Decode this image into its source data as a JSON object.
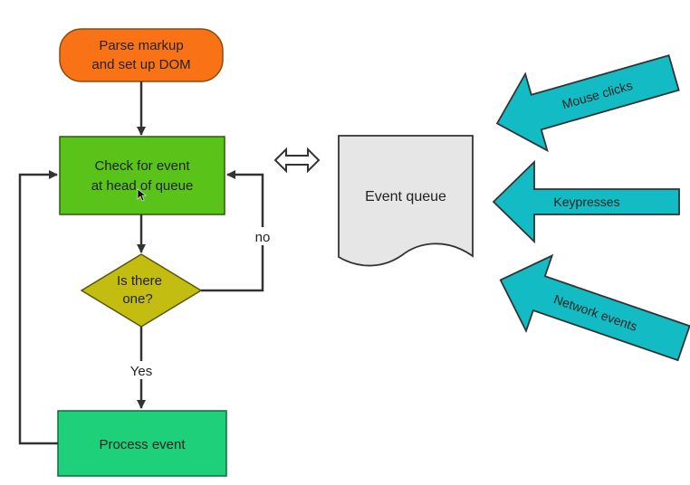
{
  "flowchart": {
    "start_line1": "Parse markup",
    "start_line2": "and set up DOM",
    "check_line1": "Check for event",
    "check_line2": "at head of queue",
    "decision_line1": "Is there",
    "decision_line2": "one?",
    "no_label": "no",
    "yes_label": "Yes",
    "process_label": "Process event"
  },
  "queue": {
    "label": "Event queue"
  },
  "sources": [
    {
      "label": "Mouse clicks"
    },
    {
      "label": "Keypresses"
    },
    {
      "label": "Network events"
    }
  ],
  "colors": {
    "start_fill": "#f97316",
    "check_fill": "#5ac31a",
    "decision_fill": "#c3bd12",
    "process_fill": "#1fd07a",
    "queue_fill": "#e6e6e6",
    "source_arrow_fill": "#13bcc4",
    "line": "#333333"
  }
}
